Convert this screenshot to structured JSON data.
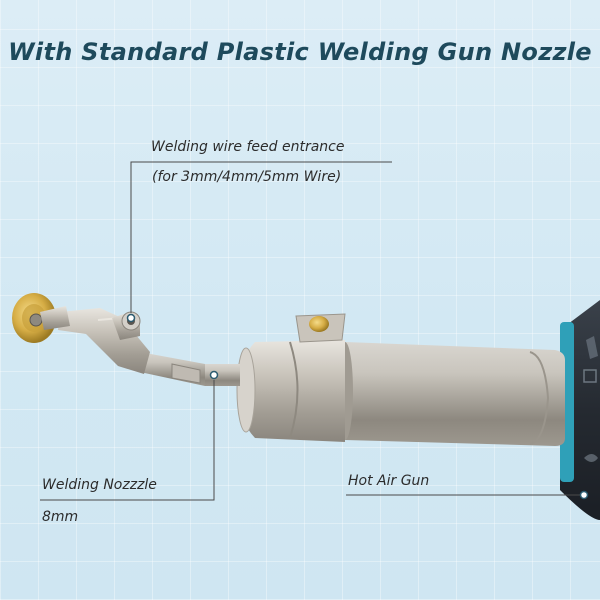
{
  "title": "With Standard Plastic Welding Gun Nozzle",
  "labels": {
    "feed_entrance": "Welding wire feed entrance",
    "feed_entrance_detail": "(for 3mm/4mm/5mm Wire)",
    "welding_nozzle": "Welding Nozzzle",
    "welding_nozzle_size": "8mm",
    "hot_air_gun": "Hot Air Gun"
  },
  "colors": {
    "title": "#1e4a5c",
    "callout_line": "#4a4a4a",
    "metal": "#b9b4ac",
    "gun_ring": "#2fa0b8",
    "gun_body": "#2a2f36",
    "roller": "#d8b04a"
  }
}
